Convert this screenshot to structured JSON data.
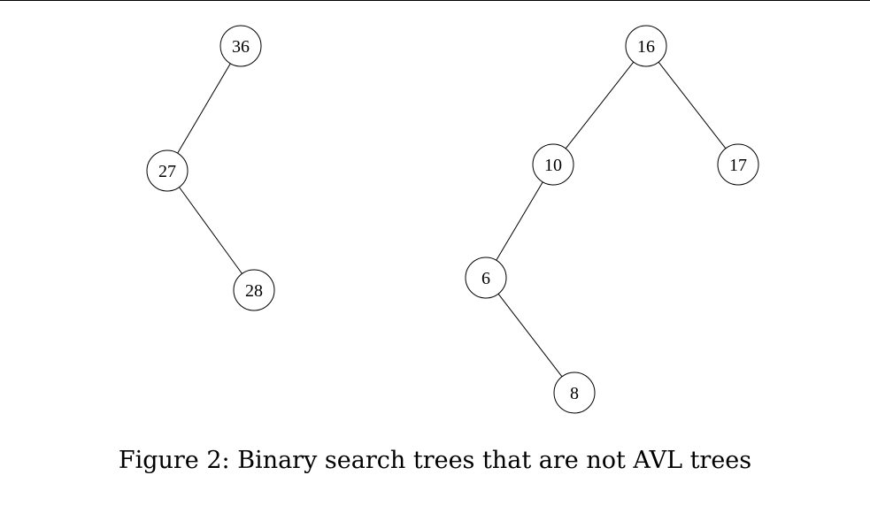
{
  "caption": "Figure 2: Binary search trees that are not AVL trees",
  "trees": [
    {
      "nodes": [
        {
          "id": "n36",
          "label": "36"
        },
        {
          "id": "n27",
          "label": "27"
        },
        {
          "id": "n28",
          "label": "28"
        }
      ],
      "edges": [
        {
          "from": "n36",
          "to": "n27"
        },
        {
          "from": "n27",
          "to": "n28"
        }
      ]
    },
    {
      "nodes": [
        {
          "id": "n16",
          "label": "16"
        },
        {
          "id": "n10",
          "label": "10"
        },
        {
          "id": "n17",
          "label": "17"
        },
        {
          "id": "n6",
          "label": "6"
        },
        {
          "id": "n8",
          "label": "8"
        }
      ],
      "edges": [
        {
          "from": "n16",
          "to": "n10"
        },
        {
          "from": "n16",
          "to": "n17"
        },
        {
          "from": "n10",
          "to": "n6"
        },
        {
          "from": "n6",
          "to": "n8"
        }
      ]
    }
  ],
  "colors": {
    "stroke": "#000000",
    "background": "#ffffff"
  }
}
